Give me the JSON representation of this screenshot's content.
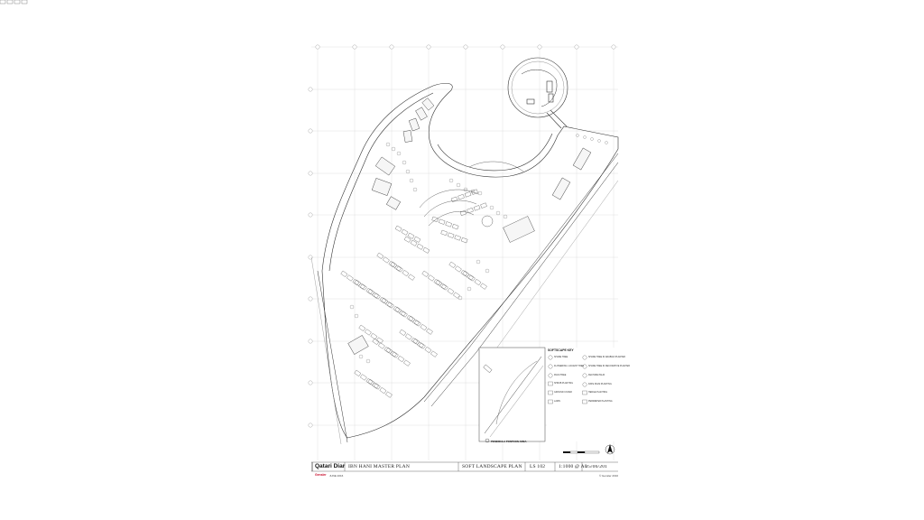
{
  "title_block": {
    "client": "Qatari Diar",
    "project": "IBN HANI MASTER PLAN",
    "drawing_title": "SOFT LANDSCAPE PLAN",
    "drawing_number": "LS 102",
    "scale": "1:1000 @ A0",
    "date": "25/06/201",
    "consultant": "Gensler",
    "consultant_sub": "JUNE 2016",
    "copyright": "© Gensler 2016"
  },
  "inset": {
    "caption": "PENINSULA PONTOON AREA",
    "softscape_key_title": "SOFTSCAPE KEY",
    "key_items": [
      "SHADE TREE",
      "FLOWERING / ACCENT TREE",
      "PALM TREE",
      "SHRUB PLANTING",
      "GROUND COVER",
      "LAWN",
      "SHADE TREE IN ARABIAN PLANTER",
      "SHADE TREE IN DECORATIVE PLANTER",
      "FEATURE PALM",
      "DATE PALM PLANTING",
      "HEDGE PLANTING",
      "PERIMETER PLANTING"
    ]
  },
  "icons": {
    "north_arrow": "north-arrow-icon",
    "scale_bar": "scale-bar-icon"
  }
}
